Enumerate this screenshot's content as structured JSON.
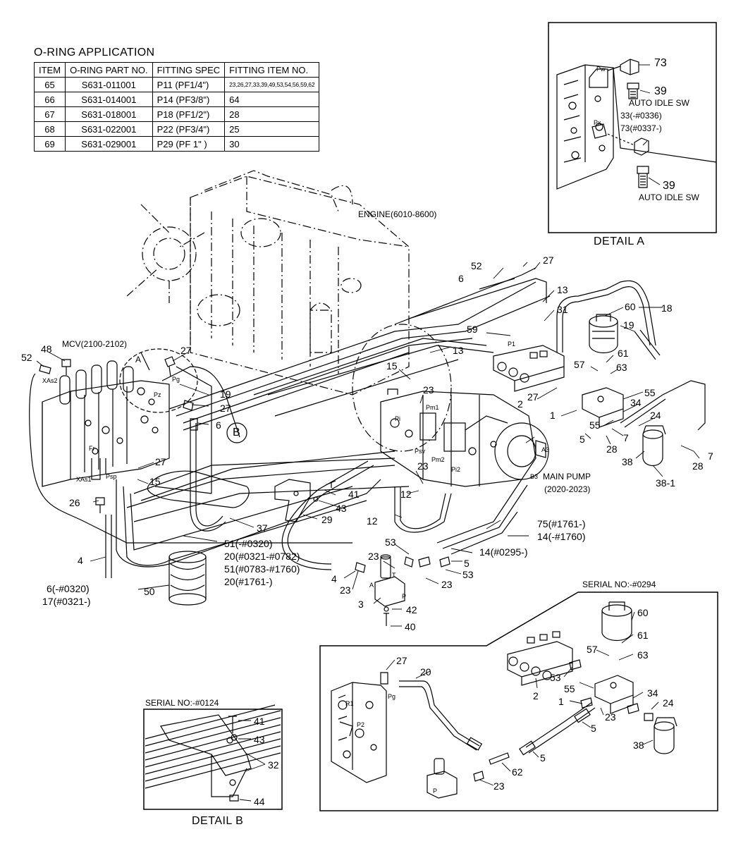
{
  "oring": {
    "title": "O-RING APPLICATION",
    "headers": [
      "ITEM",
      "O-RING PART NO.",
      "FITTING SPEC",
      "FITTING ITEM NO."
    ],
    "rows": [
      [
        "65",
        "S631-011001",
        "P11 (PF1/4\")",
        "23,26,27,33,39,49,53,54,56,59,62"
      ],
      [
        "66",
        "S631-014001",
        "P14 (PF3/8\")",
        "64"
      ],
      [
        "67",
        "S631-018001",
        "P18 (PF1/2\")",
        "28"
      ],
      [
        "68",
        "S631-022001",
        "P22 (PF3/4\")",
        "25"
      ],
      [
        "69",
        "S631-029001",
        "P29 (PF  1\" )",
        "30"
      ]
    ]
  },
  "components": {
    "engine": "ENGINE(6010-8600)",
    "mcv": "MCV(2100-2102)",
    "main_pump": "MAIN PUMP",
    "main_pump_serial": "(2020-2023)"
  },
  "details": {
    "detail_a_title": "DETAIL A",
    "detail_b_title": "DETAIL B",
    "detail_b_serial": "SERIAL NO:-#0124",
    "serial_box": "SERIAL NO:-#0294",
    "auto_idle_1": "AUTO IDLE SW",
    "auto_idle_2": "AUTO IDLE SW",
    "detail_a_33": "33(-#0336)",
    "detail_a_73": "73(#0337-)"
  },
  "callouts_main": {
    "c52a": "52",
    "c6a": "6",
    "c27a": "27",
    "c13a": "13",
    "c31": "31",
    "c60": "60",
    "c18": "18",
    "c19a": "19",
    "c59": "59",
    "c13b": "13",
    "c15a": "15",
    "c23a": "23",
    "c61": "61",
    "c57": "57",
    "c63": "63",
    "c55": "55",
    "c34": "34",
    "c24": "24",
    "c2": "2",
    "c27b": "27",
    "c1": "1",
    "c55b": "55",
    "c7a": "7",
    "c5a": "5",
    "c28a": "28",
    "c38": "38",
    "c28b": "28",
    "c7b": "7",
    "c381": "38-1",
    "c52b": "52",
    "c48": "48",
    "c27c": "27",
    "c19b": "19",
    "c27d": "27",
    "c6b": "6",
    "c27e": "27",
    "c15b": "15",
    "c26": "26",
    "c41": "41",
    "c43": "43",
    "c29": "29",
    "c12a": "12",
    "c23b": "23",
    "c37": "37",
    "c12b": "12",
    "c51a": "51(-#0320)",
    "c20a": "20(#0321-#0782)",
    "c51b": "51(#0783-#1760)",
    "c20b": "20(#1761-)",
    "c4a": "4",
    "c6c": "6(-#0320)",
    "c17": "17(#0321-)",
    "c50": "50",
    "c75": "75(#1761-)",
    "c14a": "14(-#1760)",
    "c14b": "14(#0295-)",
    "c53a": "53",
    "c23c": "23",
    "c5b": "5",
    "c53b": "53",
    "c4b": "4",
    "c23d": "23",
    "c23e": "23",
    "c3": "3",
    "c42": "42",
    "c40": "40"
  },
  "callouts_detail_a": {
    "c73": "73",
    "c39a": "39",
    "c39b": "39",
    "pw": "Pw",
    "px": "Px"
  },
  "callouts_serial_box": {
    "c60": "60",
    "c61": "61",
    "c57": "57",
    "c63": "63",
    "c27": "27",
    "c20": "20",
    "c53": "53",
    "c2": "2",
    "c55": "55",
    "c34": "34",
    "c24": "24",
    "c1": "1",
    "c23a": "23",
    "c5a": "5",
    "c38": "38",
    "c5b": "5",
    "c62": "62",
    "c23b": "23"
  },
  "callouts_detail_b": {
    "c41": "41",
    "c43": "43",
    "c32": "32",
    "c44": "44"
  },
  "ports": {
    "xas2": "XAs2",
    "xas1": "XAs1",
    "pg": "Pg",
    "pz": "Pz",
    "fr": "Fr",
    "psp": "Psp",
    "pi": "Pi",
    "pm1": "Pm1",
    "psv": "Psv",
    "pm2": "Pm2",
    "pi2": "Pi2",
    "a3": "A3",
    "b3": "B3",
    "p1": "P1",
    "a": "A",
    "t": "T",
    "p": "P",
    "r1": "R1",
    "p2": "P2",
    "b_circle": "B"
  }
}
